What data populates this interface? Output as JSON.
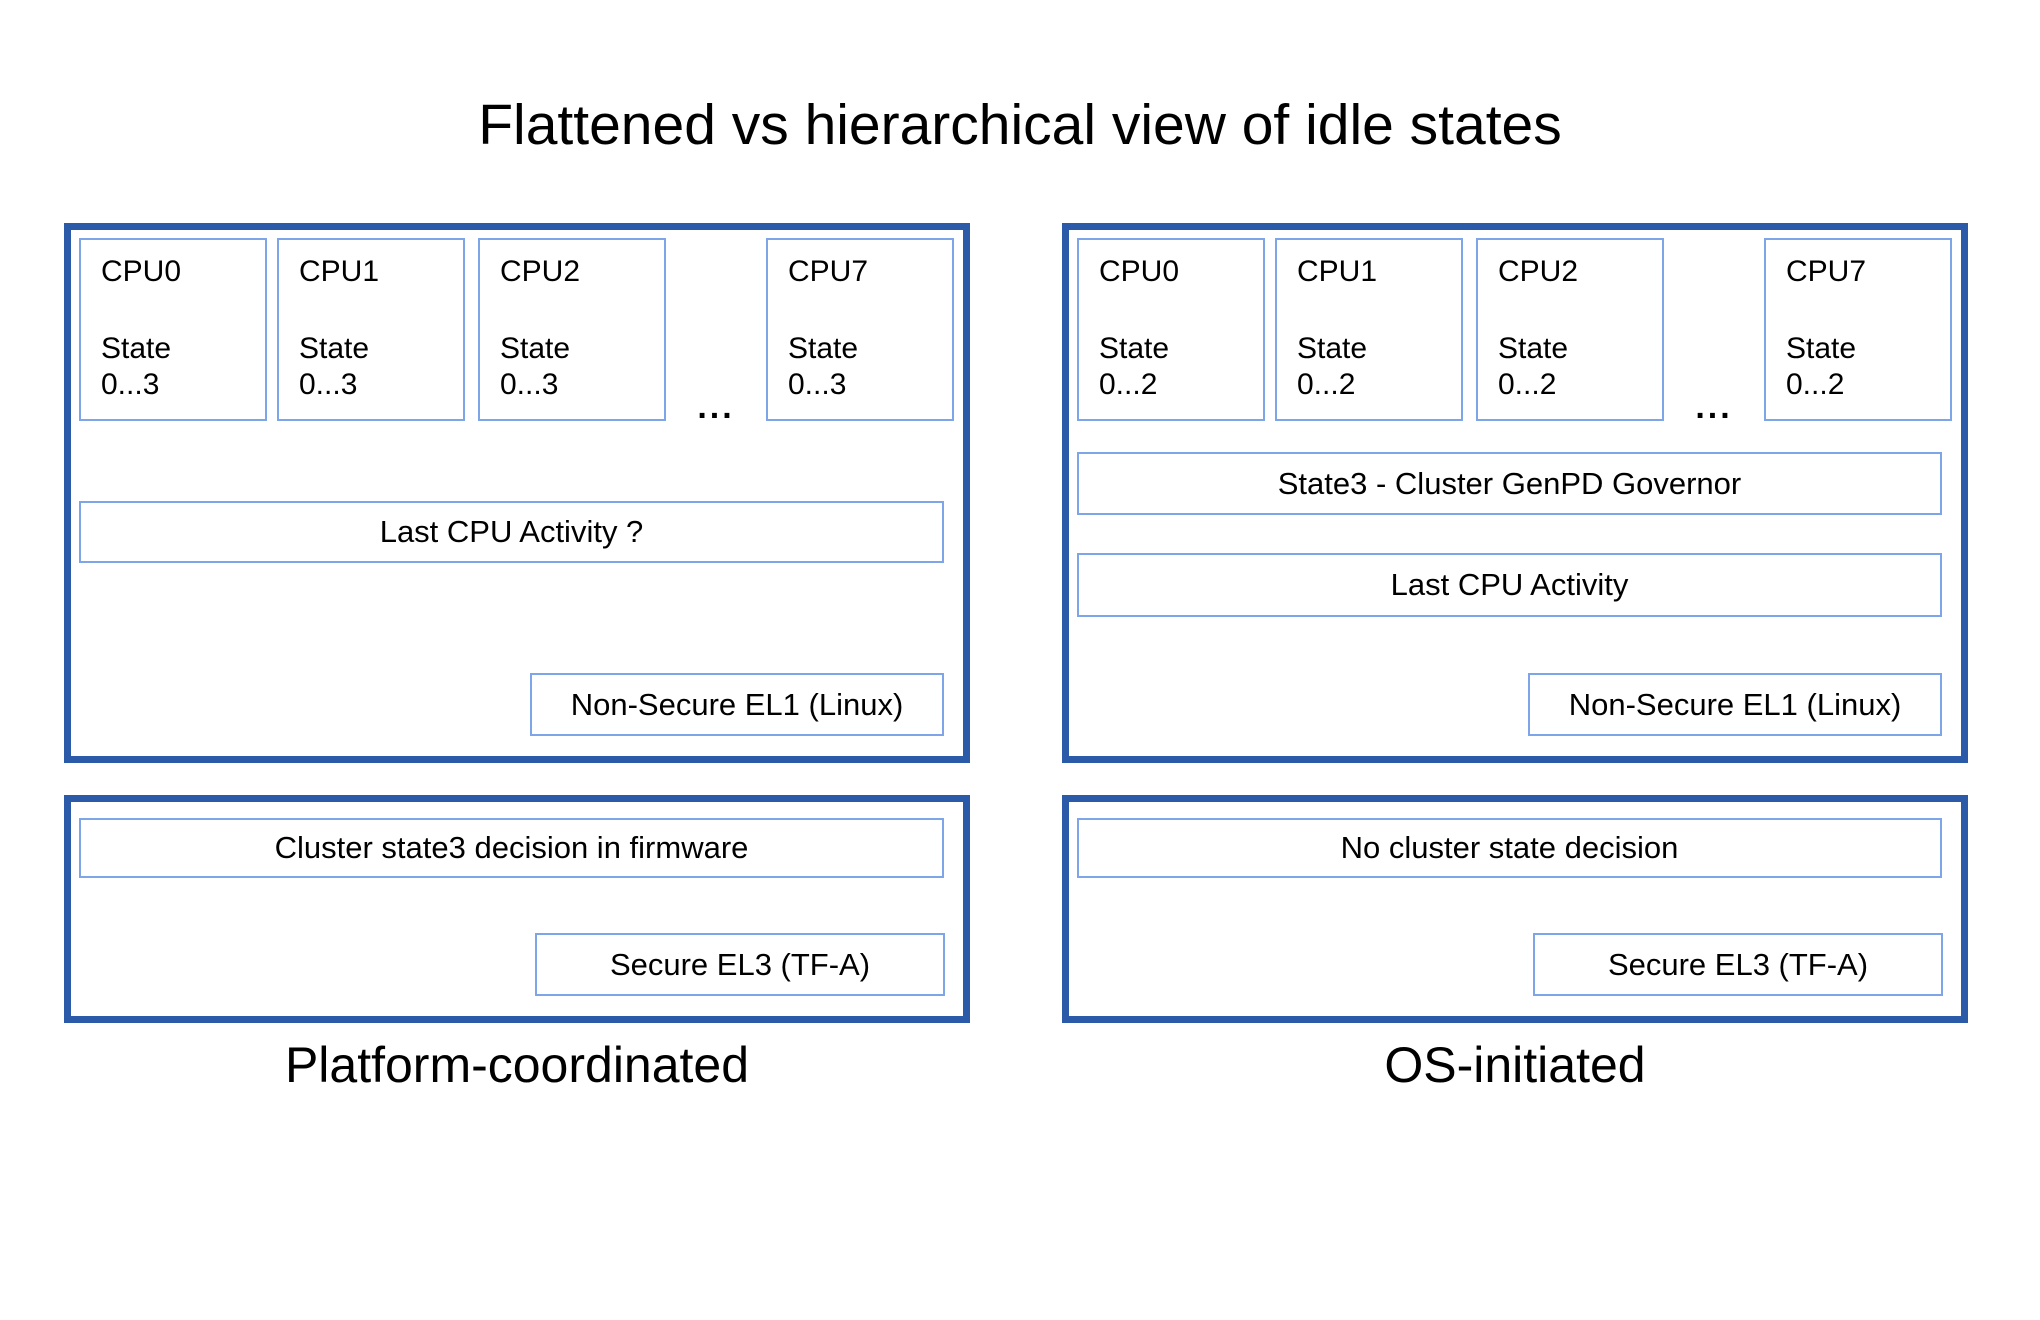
{
  "title": "Flattened vs hierarchical view of idle states",
  "colors": {
    "panel_border": "#2b5ba8",
    "box_border": "#7da5e8",
    "background": "#ffffff",
    "text": "#000000"
  },
  "ellipsis": "...",
  "platform": {
    "caption": "Platform-coordinated",
    "cpus": [
      {
        "name": "CPU0",
        "state_label": "State",
        "state_range": "0...3"
      },
      {
        "name": "CPU1",
        "state_label": "State",
        "state_range": "0...3"
      },
      {
        "name": "CPU2",
        "state_label": "State",
        "state_range": "0...3"
      },
      {
        "name": "CPU7",
        "state_label": "State",
        "state_range": "0...3"
      }
    ],
    "activity_box": "Last CPU Activity ?",
    "el1_box": "Non-Secure EL1 (Linux)",
    "firmware_box": "Cluster state3 decision in firmware",
    "el3_box": "Secure EL3 (TF-A)"
  },
  "os_initiated": {
    "caption": "OS-initiated",
    "cpus": [
      {
        "name": "CPU0",
        "state_label": "State",
        "state_range": "0...2"
      },
      {
        "name": "CPU1",
        "state_label": "State",
        "state_range": "0...2"
      },
      {
        "name": "CPU2",
        "state_label": "State",
        "state_range": "0...2"
      },
      {
        "name": "CPU7",
        "state_label": "State",
        "state_range": "0...2"
      }
    ],
    "governor_box": "State3 - Cluster GenPD Governor",
    "activity_box": "Last CPU Activity",
    "el1_box": "Non-Secure EL1 (Linux)",
    "decision_box": "No cluster state decision",
    "el3_box": "Secure EL3 (TF-A)"
  }
}
